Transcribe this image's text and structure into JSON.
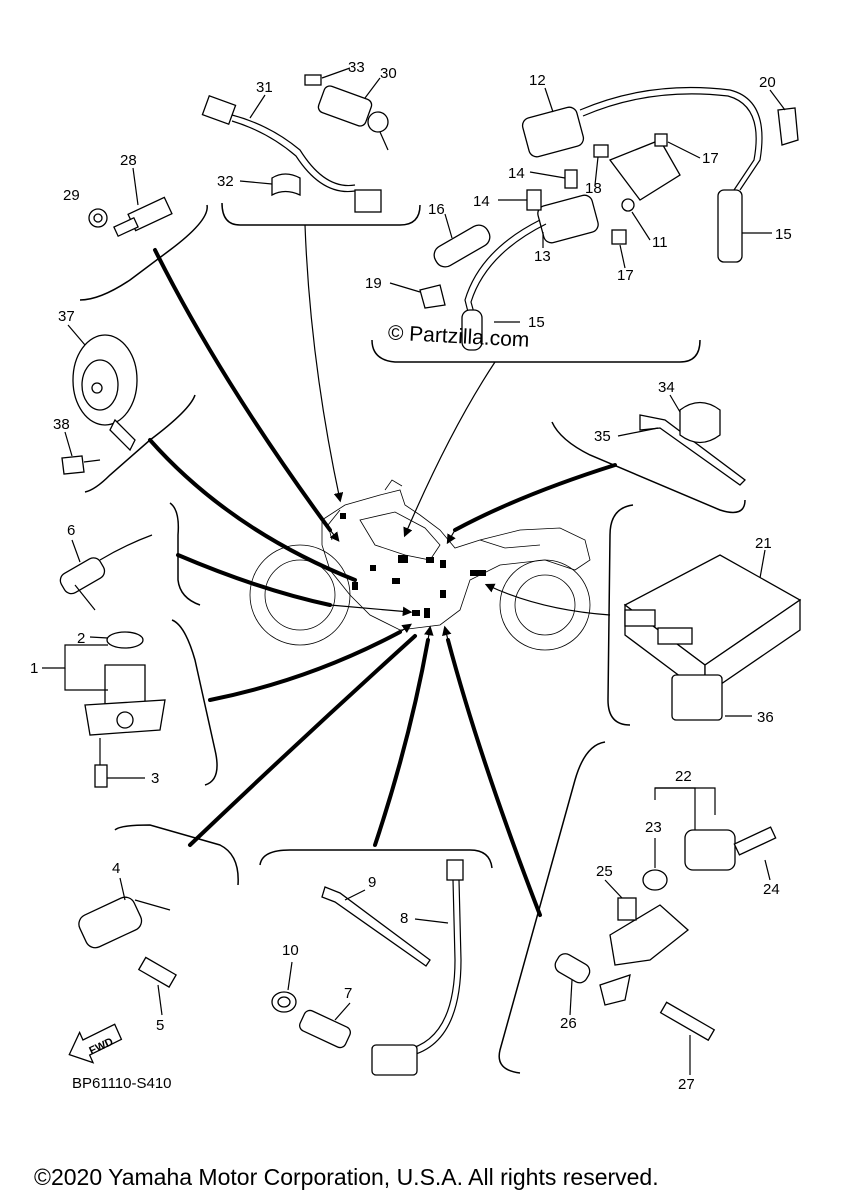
{
  "watermark": "© Partzilla.com",
  "diagram_code": "BP61110-S410",
  "copyright": "©2020 Yamaha Motor Corporation, U.S.A. All rights reserved.",
  "fwd_label": "FWD",
  "callouts": {
    "c1": "1",
    "c2": "2",
    "c3": "3",
    "c4": "4",
    "c5": "5",
    "c6": "6",
    "c7": "7",
    "c8": "8",
    "c9": "9",
    "c10": "10",
    "c11": "11",
    "c12": "12",
    "c13": "13",
    "c14a": "14",
    "c14b": "14",
    "c15a": "15",
    "c15b": "15",
    "c16": "16",
    "c17a": "17",
    "c17b": "17",
    "c18": "18",
    "c19": "19",
    "c20": "20",
    "c21": "21",
    "c22": "22",
    "c23": "23",
    "c24": "24",
    "c25": "25",
    "c26": "26",
    "c27": "27",
    "c28": "28",
    "c29": "29",
    "c30": "30",
    "c31": "31",
    "c32": "32",
    "c33": "33",
    "c34": "34",
    "c35": "35",
    "c36": "36",
    "c37": "37",
    "c38": "38"
  }
}
